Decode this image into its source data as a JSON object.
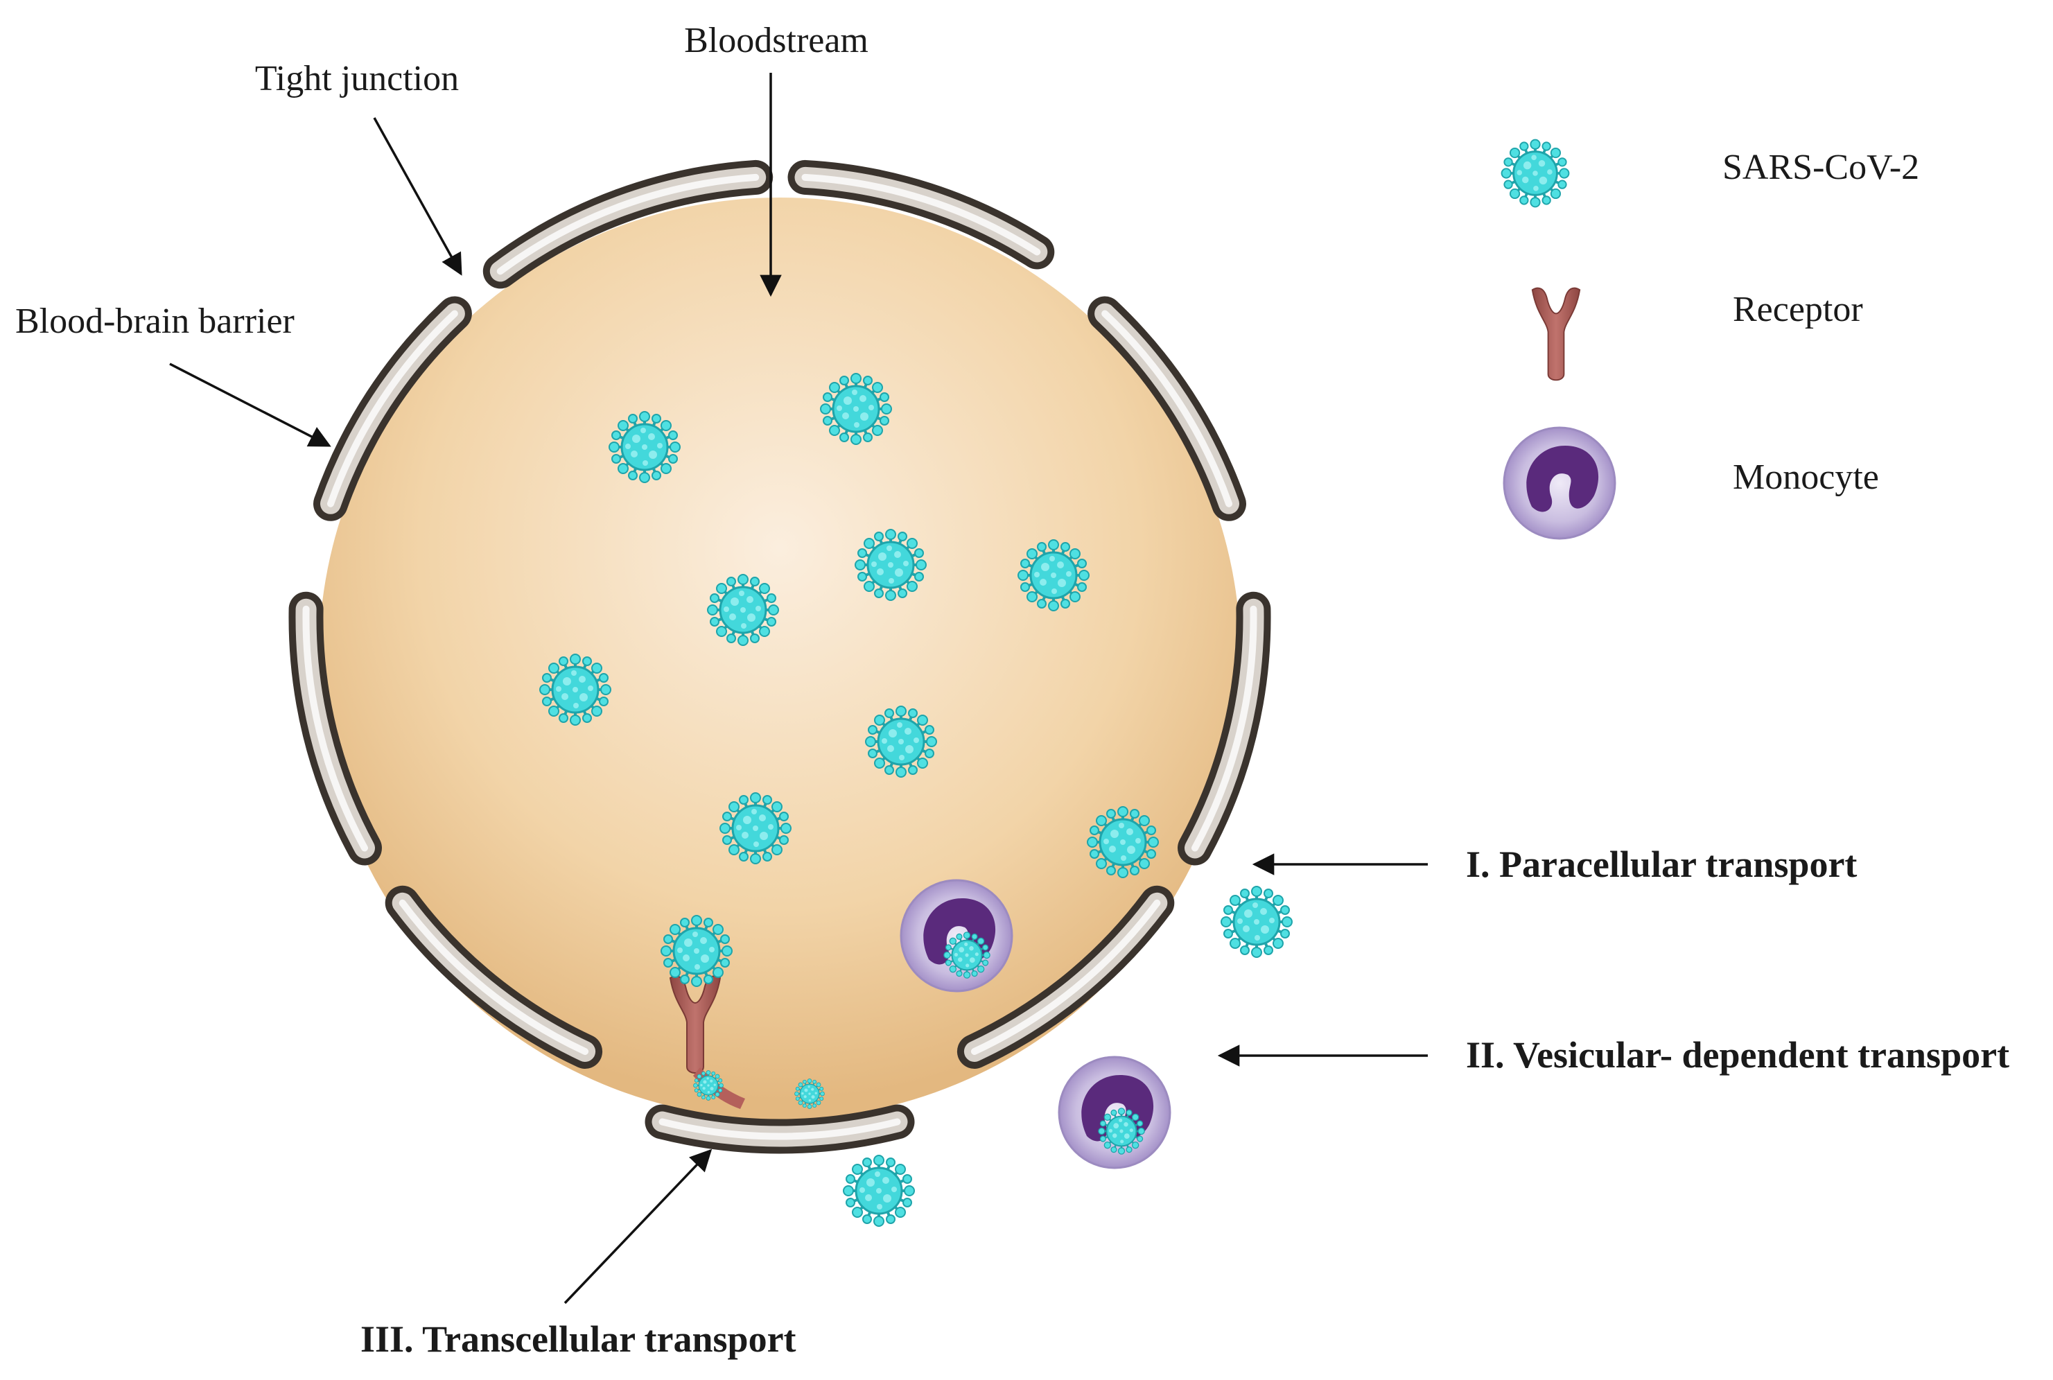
{
  "labels": {
    "bloodstream": "Bloodstream",
    "tight_junction": "Tight junction",
    "bbb": "Blood-brain barrier",
    "paracellular": "I. Paracellular transport",
    "vesicular": "II. Vesicular- dependent transport",
    "transcellular": "III. Transcellular transport"
  },
  "legend": {
    "items": [
      {
        "label": "SARS-CoV-2",
        "icon": "virus-icon"
      },
      {
        "label": "Receptor",
        "icon": "receptor-icon"
      },
      {
        "label": "Monocyte",
        "icon": "monocyte-icon"
      }
    ]
  },
  "colors": {
    "lumen": "#f2d4a8",
    "barrier": "#7a716a",
    "virus": "#3fd3d6",
    "receptor": "#b4605b",
    "monocyte_nucleus": "#5a2a7c",
    "monocyte_cell": "#b9a9d6"
  }
}
